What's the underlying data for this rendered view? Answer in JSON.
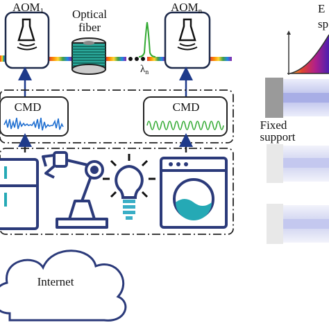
{
  "labels": {
    "aom_first": "AOM",
    "aom_first_sub": "1",
    "aom_last": "AOM",
    "aom_last_sub": "n",
    "optical_line1": "Optical",
    "optical_line2": "fiber",
    "lambda": "λ",
    "lambda_sub": "n",
    "cmd_left": "CMD",
    "cmd_right": "CMD",
    "fixed_line1": "Fixed",
    "fixed_line2": "support",
    "internet": "Internet",
    "cut_top1": "E",
    "cut_top2": "sp"
  },
  "icons": [
    "aom-transducer-icon",
    "fiber-spool-icon",
    "spectral-peak-icon",
    "noisy-signal-icon",
    "sinusoid-signal-icon",
    "refrigerator-icon",
    "robot-arm-icon",
    "light-bulb-icon",
    "washing-machine-icon",
    "cloud-icon",
    "spectrum-wedge-icon",
    "beam-block-icon"
  ],
  "colors": {
    "outline": "#1e2a4a",
    "appliance": "#2b3a7a",
    "accent_teal": "#25a9b5",
    "bulb_teal": "#3aaec6",
    "arrow": "#1e3a8a",
    "signal_blue": "#1f6fd1",
    "signal_green": "#33aa33",
    "spool": "#2aa89a",
    "spectrum_purple": "#7a1fb0",
    "beam_blue": "#c6c9ee",
    "support_gray": "#9a9a9a"
  }
}
